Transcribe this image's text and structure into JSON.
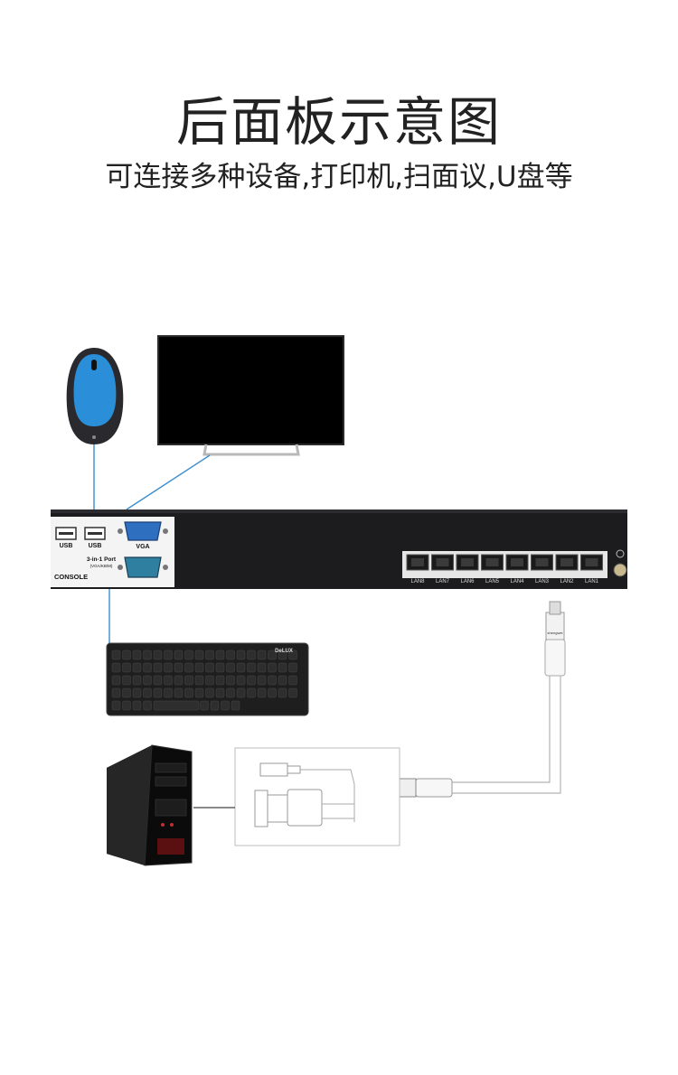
{
  "heading": {
    "title": "后面板示意图",
    "subtitle": "可连接多种设备,打印机,扫面议,U盘等"
  },
  "panel": {
    "usb_label_1": "USB",
    "usb_label_2": "USB",
    "vga_label": "VGA",
    "port_label_line1": "3-in-1 Port",
    "port_label_line2": "(VGA/KB/M)",
    "console_label": "CONSOLE",
    "lan_ports": [
      "LAN8",
      "LAN7",
      "LAN6",
      "LAN5",
      "LAN4",
      "LAN3",
      "LAN2",
      "LAN1"
    ]
  },
  "keyboard": {
    "brand": "DeLUX"
  },
  "cable": {
    "brand": "shengwei"
  },
  "colors": {
    "panel": "#1c1c1f",
    "connection_line": "#3a8fd0",
    "mouse_blue": "#2a8fd8"
  }
}
